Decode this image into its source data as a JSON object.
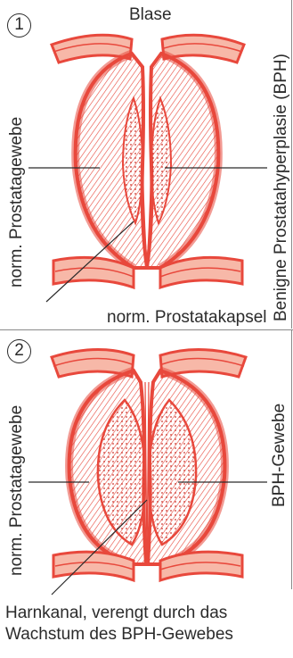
{
  "panel1": {
    "number": "1",
    "top_label": "Blase",
    "left_label": "norm. Prostatagewebe",
    "right_label": "Benigne Prostatahyperplasie (BPH)",
    "bottom_label": "norm. Prostatakapsel"
  },
  "panel2": {
    "number": "2",
    "left_label": "norm. Prostatagewebe",
    "right_label": "BPH-Gewebe",
    "caption_line1": "Harnkanal, verengt durch das",
    "caption_line2": "Wachstum des BPH-Gewebes"
  },
  "colors": {
    "tissue": "#e8483c",
    "tissue_fill": "#f7b8a8",
    "highlight": "#fde6dc",
    "ink": "#2b2b2b"
  },
  "icons": [
    "circled-number-1",
    "circled-number-2"
  ]
}
